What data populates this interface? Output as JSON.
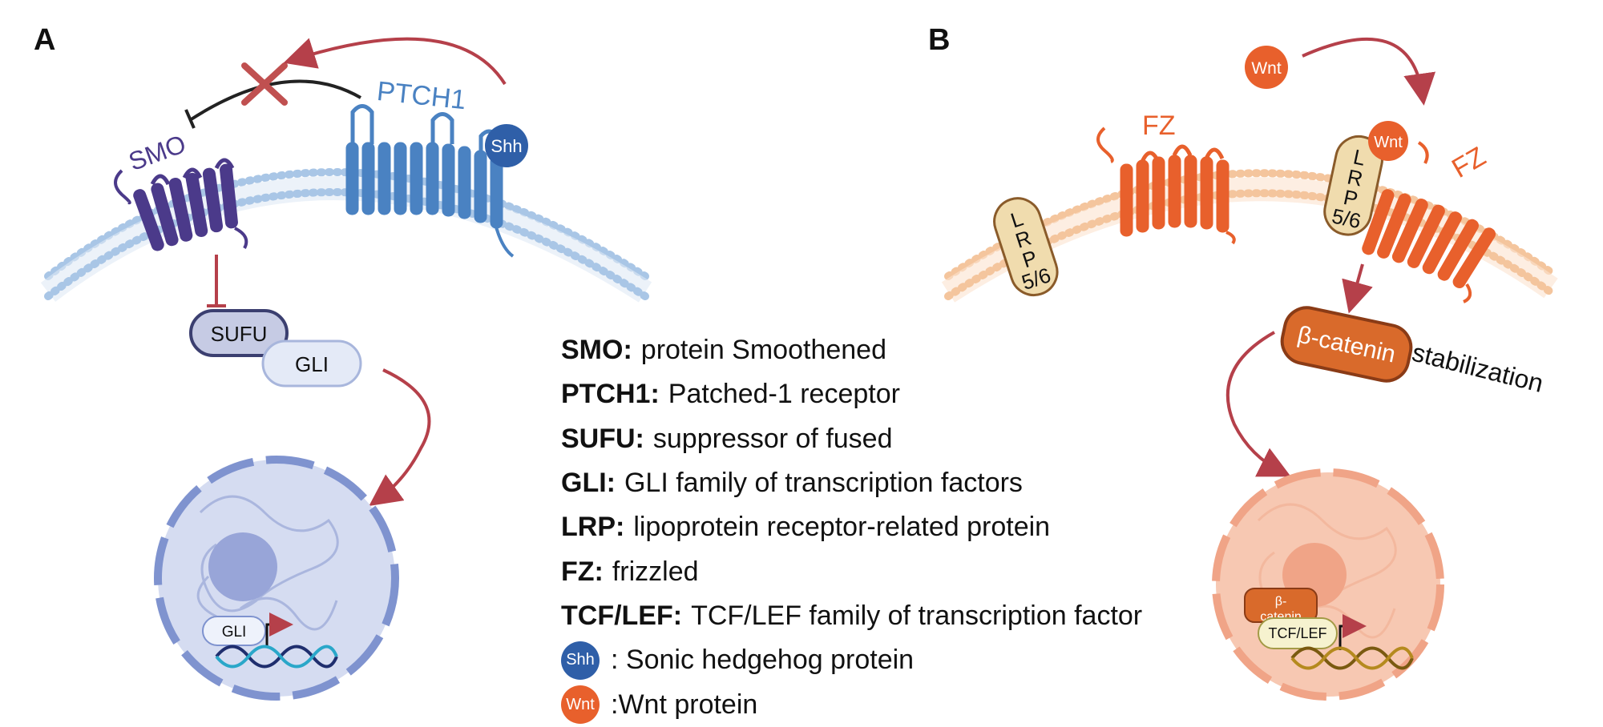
{
  "panels": {
    "a_label": "A",
    "b_label": "B"
  },
  "panel_a": {
    "smo": "SMO",
    "ptch1": "PTCH1",
    "shh": "Shh",
    "sufu": "SUFU",
    "gli": "GLI",
    "nucleus_gli": "GLI"
  },
  "panel_b": {
    "wnt_free": "Wnt",
    "wnt_bound": "Wnt",
    "fz_left": "FZ",
    "fz_right": "FZ",
    "lrp_left": [
      "L",
      "R",
      "P",
      "5/6"
    ],
    "lrp_right": [
      "L",
      "R",
      "P",
      "5/6"
    ],
    "beta_catenin": "β-catenin",
    "stabilization": "stabilization",
    "nucleus_beta": [
      "β-",
      "catenin"
    ],
    "tcf_lef": "TCF/LEF"
  },
  "legend": [
    {
      "term": "SMO:",
      "desc": "protein Smoothened"
    },
    {
      "term": "PTCH1:",
      "desc": "Patched-1 receptor"
    },
    {
      "term": "SUFU:",
      "desc": "suppressor of fused"
    },
    {
      "term": "GLI:",
      "desc": "GLI family of transcription factors"
    },
    {
      "term": "LRP:",
      "desc": "lipoprotein receptor-related protein"
    },
    {
      "term": "FZ:",
      "desc": "frizzled"
    },
    {
      "term": "TCF/LEF:",
      "desc": "TCF/LEF family of transcription factor"
    }
  ],
  "legend_icons": [
    {
      "icon": "Shh",
      "desc": ": Sonic hedgehog protein",
      "color": "#2f5fa8"
    },
    {
      "icon": "Wnt",
      "desc": ":Wnt protein",
      "color": "#e8602c"
    }
  ],
  "colors": {
    "smo": "#4b3a8a",
    "ptch1": "#4a82c2",
    "membrane_a": "#a9c6e6",
    "membrane_b": "#f4c59d",
    "fz": "#e8602c",
    "arrow": "#b5404a",
    "nucleus_a": "#d5dcf1",
    "nucleus_b": "#f7c8b2"
  }
}
